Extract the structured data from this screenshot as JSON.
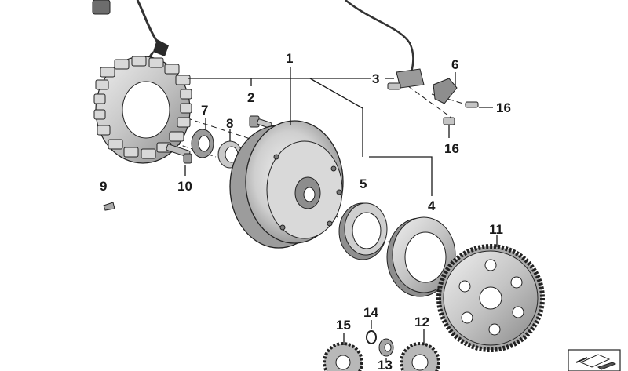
{
  "callouts": {
    "c1": "1",
    "c2": "2",
    "c3": "3",
    "c4": "4",
    "c5": "5",
    "c6": "6",
    "c7": "7",
    "c8": "8",
    "c9": "9",
    "c10": "10",
    "c11": "11",
    "c12": "12",
    "c13": "13",
    "c14": "14",
    "c15": "15",
    "c16a": "16",
    "c16b": "16"
  },
  "colors": {
    "metal_light": "#e8e8e8",
    "metal_mid": "#bdbdbd",
    "metal_dark": "#8a8a8a",
    "outline": "#1a1a1a"
  },
  "icons": {
    "reference_symbol": "parts-reference-icon"
  }
}
